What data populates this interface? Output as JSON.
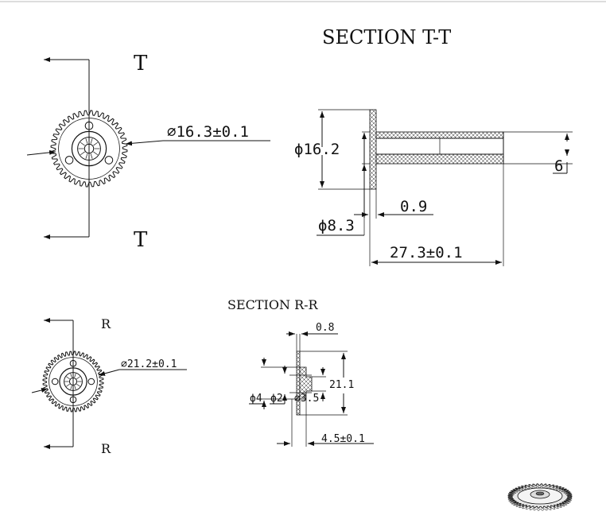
{
  "section_tt": {
    "title": "SECTION T-T",
    "mark_top": "T",
    "mark_bottom": "T",
    "dia_front": "∅16.3±0.1",
    "dia_flange": "ϕ16.2",
    "dia_bore": "ϕ8.3",
    "flange_thickness": "0.9",
    "length": "27.3±0.1",
    "shaft_dim": "6"
  },
  "section_rr": {
    "title": "SECTION R-R",
    "mark_top": "R",
    "mark_bottom": "R",
    "dia_front": "∅21.2±0.1",
    "thickness": "0.8",
    "height": "21.1",
    "dia_4": "ϕ4",
    "dia_2": "ϕ2",
    "dia_35": "∅3.5",
    "length": "4.5±0.1"
  }
}
